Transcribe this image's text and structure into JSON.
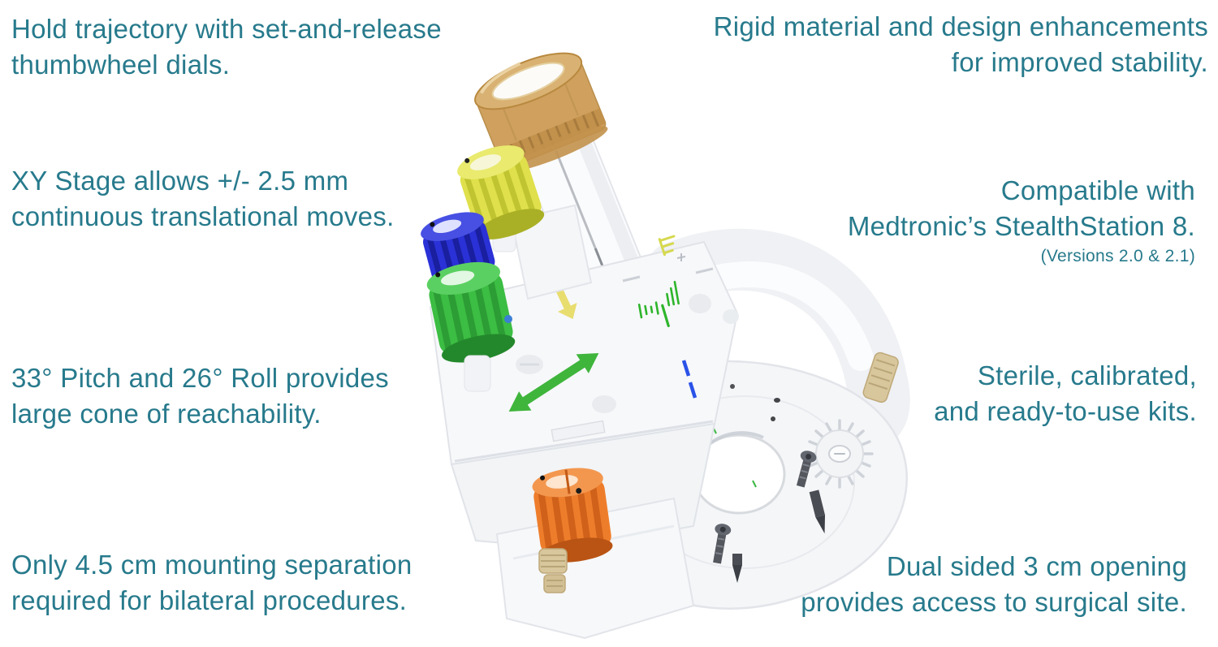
{
  "page": {
    "background_color": "#ffffff",
    "accent_color": "#277a8c"
  },
  "annotations": {
    "top_left": {
      "lines": [
        "Hold trajectory with set-and-release",
        "thumbwheel dials."
      ]
    },
    "top_right": {
      "lines": [
        "Rigid material and design enhancements",
        "for improved stability."
      ]
    },
    "mid_left": {
      "lines": [
        "XY Stage allows +/- 2.5 mm",
        "continuous translational moves."
      ]
    },
    "mid_right": {
      "lines": [
        "Compatible with",
        "Medtronic’s StealthStation 8."
      ],
      "note": "(Versions 2.0 & 2.1)"
    },
    "lower_left": {
      "lines": [
        "33° Pitch and 26° Roll provides",
        "large cone of reachability."
      ]
    },
    "lower_right": {
      "lines": [
        "Sterile, calibrated,",
        "and ready-to-use kits."
      ]
    },
    "bottom_left": {
      "lines": [
        "Only 4.5 cm mounting separation",
        "required for bilateral procedures."
      ]
    },
    "bottom_right": {
      "lines": [
        "Dual sided 3 cm opening",
        "provides access to surgical site."
      ]
    }
  },
  "device": {
    "parts": [
      "guide-tower-with-tan-cap",
      "thumbwheel-dial-yellow",
      "thumbwheel-dial-blue",
      "thumbwheel-dial-green",
      "thumbwheel-dial-orange",
      "xy-stage-green-arrow",
      "vertical-yellow-arrow",
      "green-tick-scale",
      "blue-tick-marks",
      "base-ring-with-opening",
      "starburst-adjustment-wheel",
      "bone-screws-and-spikes"
    ],
    "colors": {
      "body_white": "#f6f7f9",
      "cap_tan": "#cfa05e",
      "dial_yellow": "#dfe04b",
      "dial_blue": "#2a31d6",
      "dial_green": "#3cbd43",
      "dial_orange": "#ee7d2b",
      "arrow_green": "#3fb53c",
      "arrow_yellow": "#e8dd6f",
      "tick_green": "#2eb52c",
      "tick_blue": "#2a52e8",
      "screw_gray": "#54575e",
      "tan_hardware": "#d8c69c"
    }
  }
}
